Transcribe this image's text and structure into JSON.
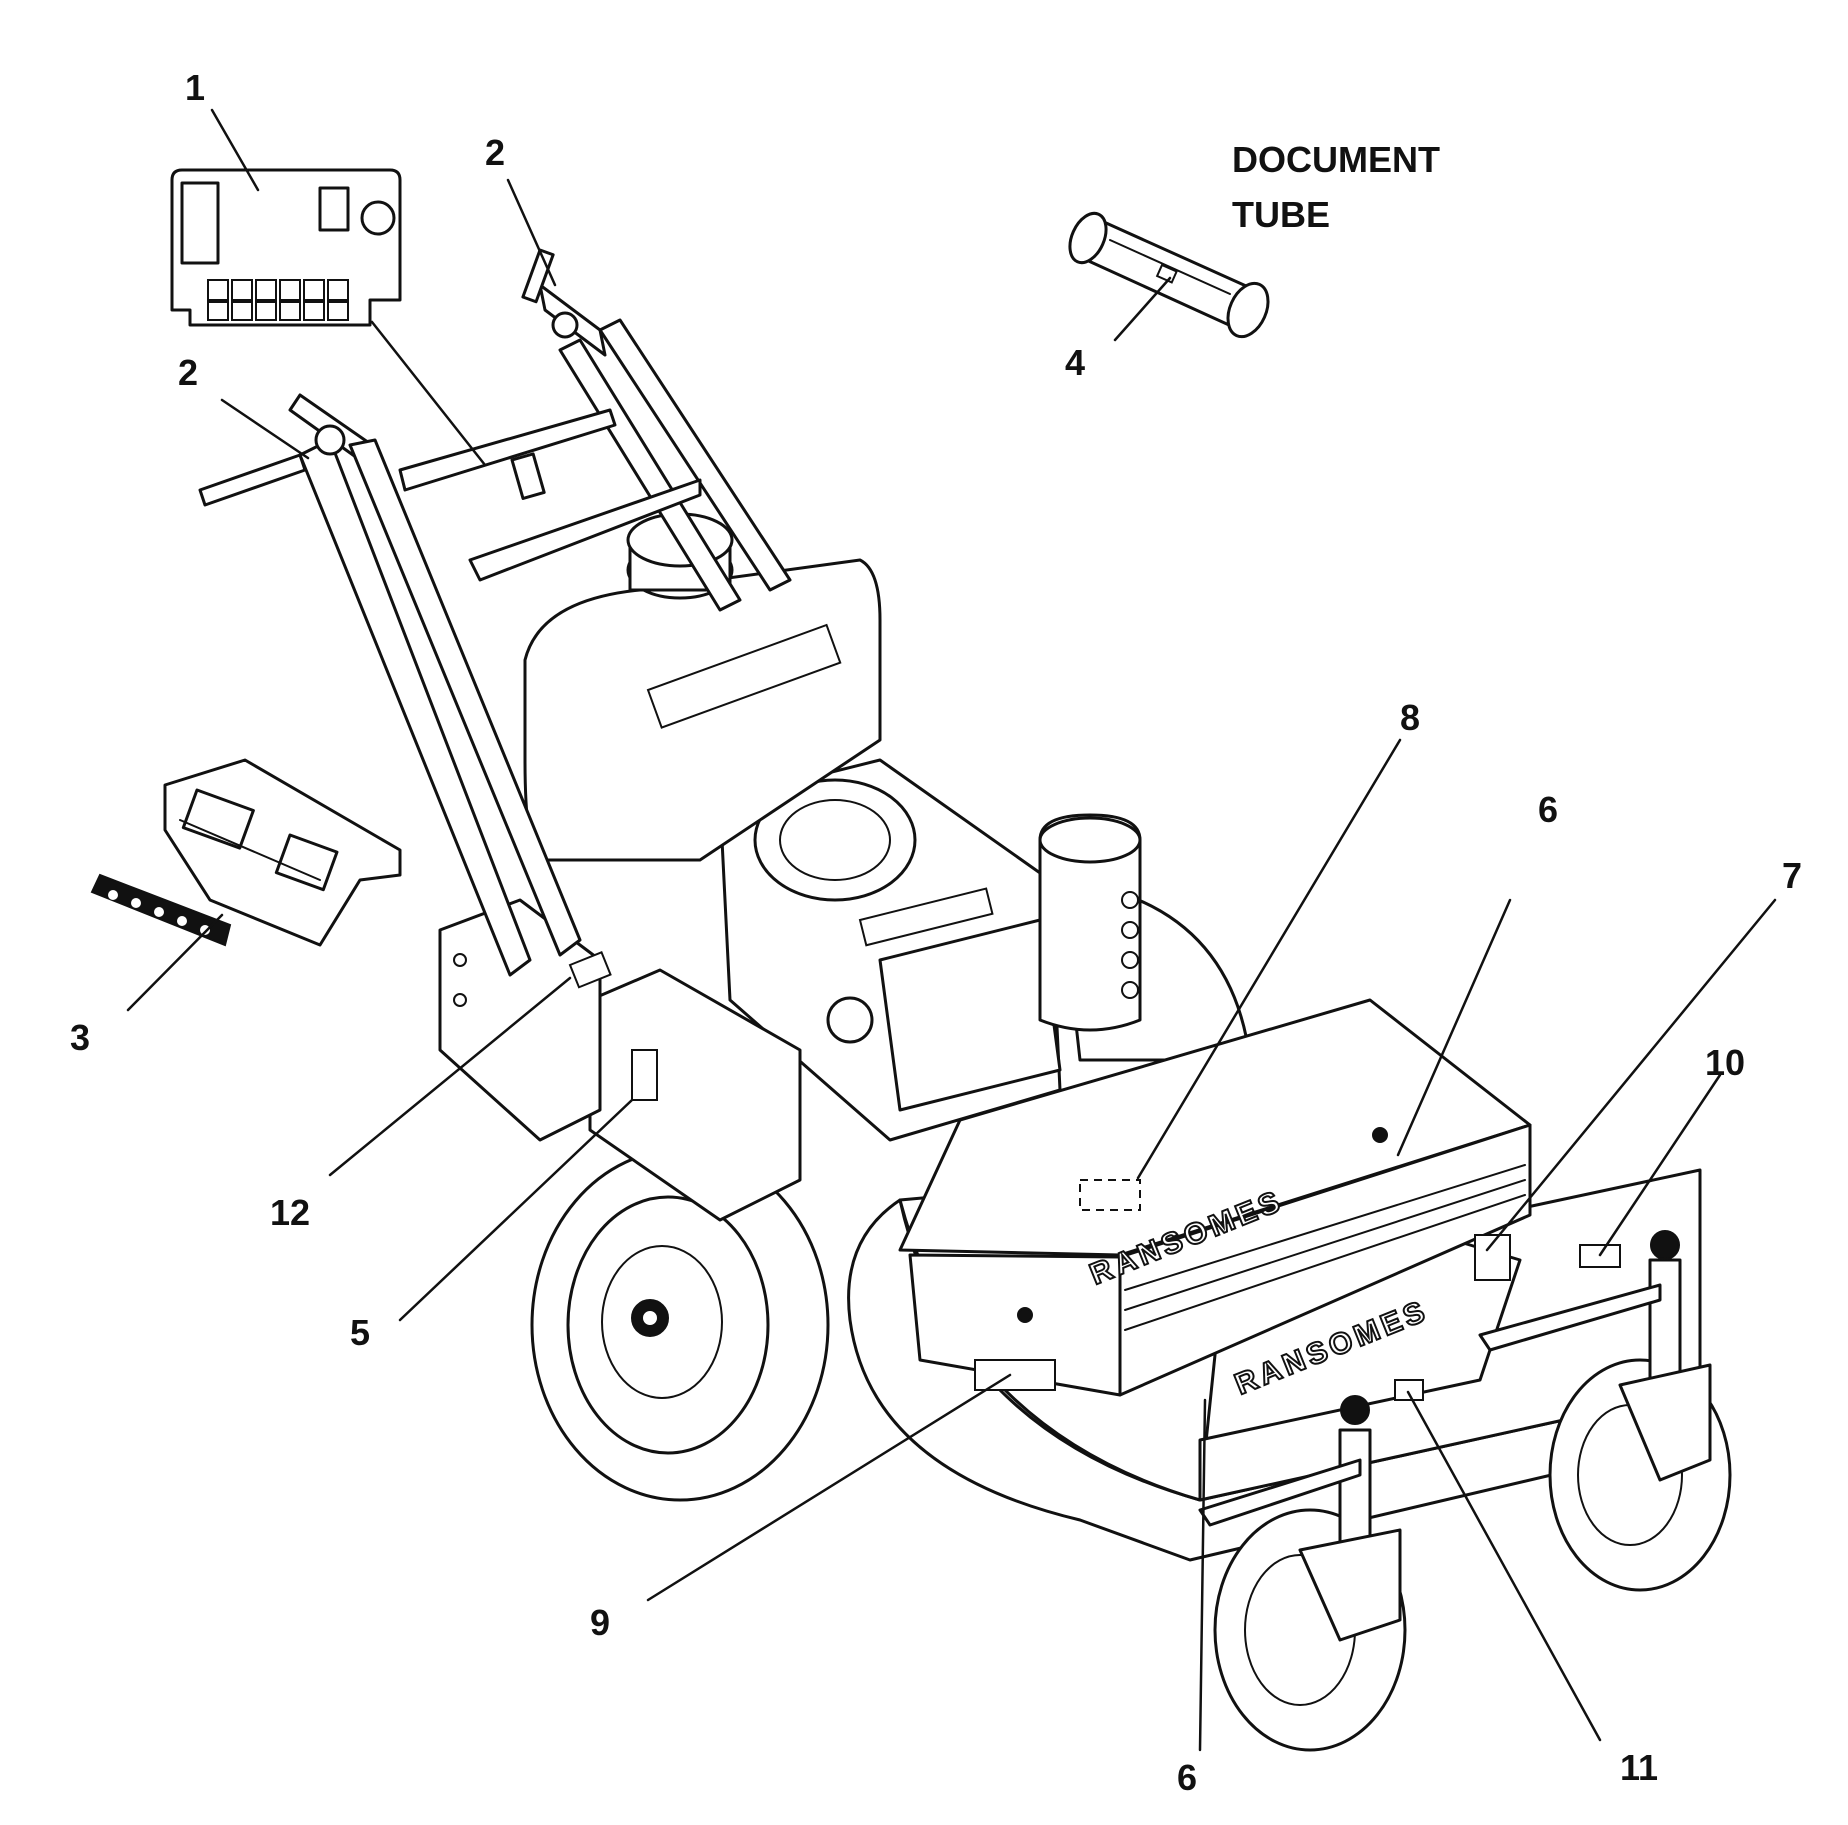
{
  "document_tube_label": [
    "DOCUMENT",
    "TUBE"
  ],
  "brand_text": [
    "RANSOMES",
    "RANSOMES"
  ],
  "callouts": [
    "1",
    "2",
    "2",
    "3",
    "4",
    "5",
    "6",
    "6",
    "7",
    "8",
    "9",
    "10",
    "11",
    "12"
  ],
  "icons": [
    "control-panel-decal",
    "lever-decal",
    "height-of-cut-scale",
    "document-tube",
    "mower-deck"
  ]
}
